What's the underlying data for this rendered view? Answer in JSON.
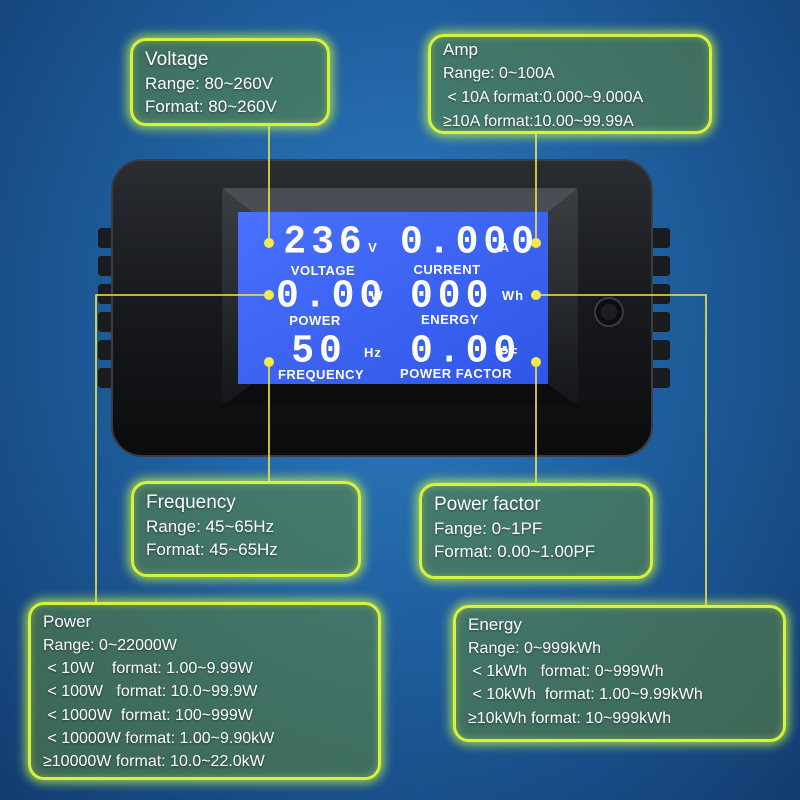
{
  "colors": {
    "background": "#1f5f9f",
    "lcd": "#3d63f5",
    "callout_border": "#d6f23c",
    "pointer": "#f5e84a"
  },
  "display": {
    "voltage": {
      "value": "236",
      "unit": "V",
      "label": "VOLTAGE"
    },
    "current": {
      "value": "0.000",
      "unit": "A",
      "label": "CURRENT"
    },
    "power": {
      "value": "0.00",
      "unit": "W",
      "label": "POWER"
    },
    "energy": {
      "value": "000",
      "unit": "Wh",
      "label": "ENERGY"
    },
    "frequency": {
      "value": "50",
      "unit": "Hz",
      "label": "FREQUENCY"
    },
    "power_factor": {
      "value": "0.00",
      "unit": "PF",
      "label": "POWER FACTOR"
    }
  },
  "callouts": {
    "voltage": {
      "title": "Voltage",
      "lines": [
        "Range: 80~260V",
        "Format: 80~260V"
      ]
    },
    "amp": {
      "title": "Amp",
      "lines": [
        "Range: 0~100A",
        " < 10A format:0.000~9.000A",
        "≥10A format:10.00~99.99A"
      ]
    },
    "frequency": {
      "title": "Frequency",
      "lines": [
        "Range: 45~65Hz",
        "Format: 45~65Hz"
      ]
    },
    "power_factor": {
      "title": "Power factor",
      "lines": [
        "Fange: 0~1PF",
        "Format: 0.00~1.00PF"
      ]
    },
    "power": {
      "title": "Power",
      "lines": [
        "Range: 0~22000W",
        " < 10W    format: 1.00~9.99W",
        " < 100W   format: 10.0~99.9W",
        " < 1000W  format: 100~999W",
        " < 10000W format: 1.00~9.90kW",
        "≥10000W format: 10.0~22.0kW"
      ]
    },
    "energy": {
      "title": "Energy",
      "lines": [
        "Range: 0~999kWh",
        " < 1kWh   format: 0~999Wh",
        " < 10kWh  format: 1.00~9.99kWh",
        "≥10kWh format: 10~999kWh"
      ]
    }
  }
}
